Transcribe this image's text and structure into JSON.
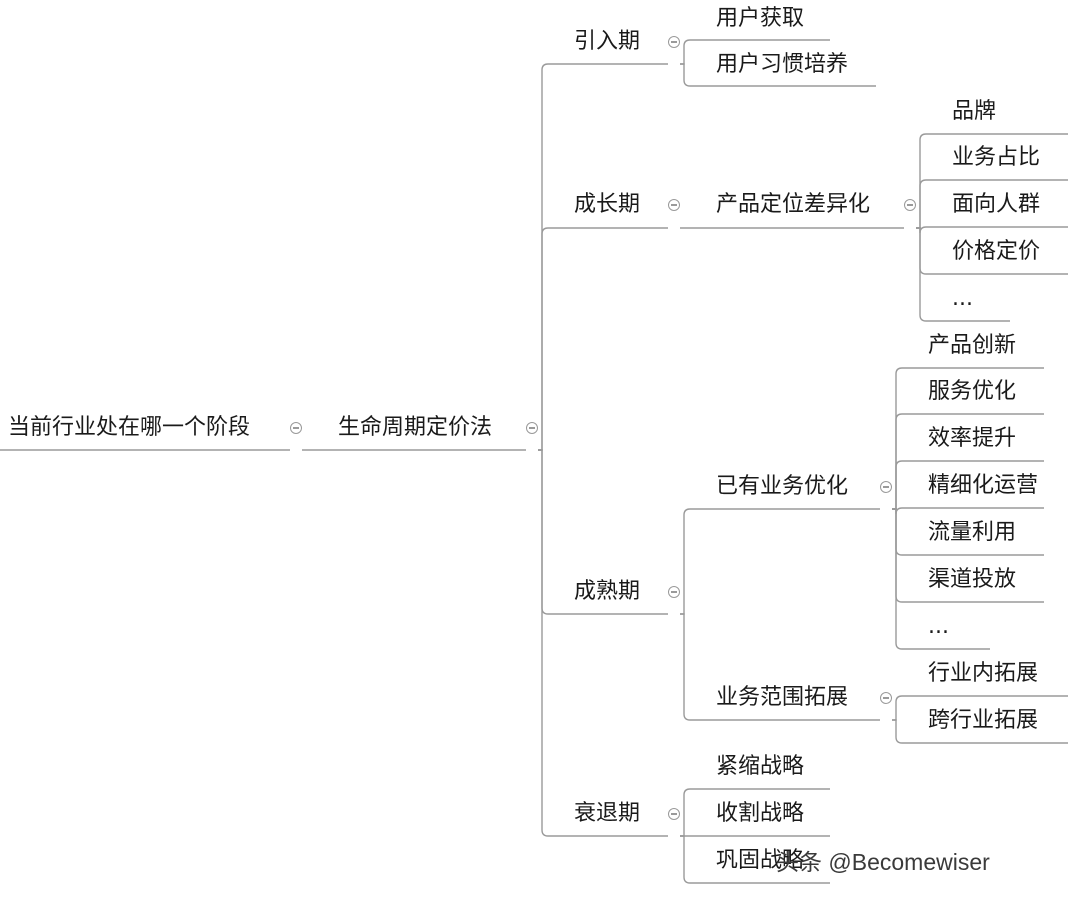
{
  "root": {
    "label": "当前行业处在哪一个阶段",
    "child": {
      "label": "生命周期定价法",
      "stages": [
        {
          "label": "引入期",
          "items": [
            "用户获取",
            "用户习惯培养"
          ]
        },
        {
          "label": "成长期",
          "sub": [
            {
              "label": "产品定位差异化",
              "items": [
                "品牌",
                "业务占比",
                "面向人群",
                "价格定价",
                "..."
              ]
            }
          ]
        },
        {
          "label": "成熟期",
          "sub": [
            {
              "label": "已有业务优化",
              "items": [
                "产品创新",
                "服务优化",
                "效率提升",
                "精细化运营",
                "流量利用",
                "渠道投放",
                "..."
              ]
            },
            {
              "label": "业务范围拓展",
              "items": [
                "行业内拓展",
                "跨行业拓展"
              ]
            }
          ]
        },
        {
          "label": "衰退期",
          "items": [
            "紧缩战略",
            "收割战略",
            "巩固战略"
          ]
        }
      ]
    }
  },
  "watermark": "头条 @Becomewiser",
  "colors": {
    "line": "#9a9a9a",
    "text": "#1a1a1a"
  }
}
